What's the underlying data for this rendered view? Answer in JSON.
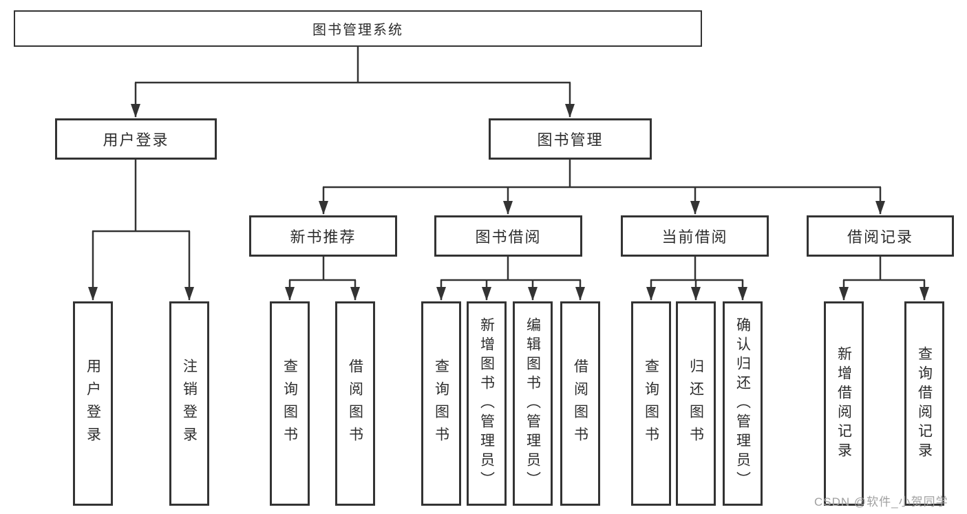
{
  "diagram": {
    "title": "图书管理系统",
    "root": {
      "label": "图书管理系统"
    },
    "level2": {
      "user_login": {
        "label": "用户登录"
      },
      "book_mgmt": {
        "label": "图书管理"
      }
    },
    "level3": {
      "new_book_rec": {
        "label": "新书推荐"
      },
      "book_borrow": {
        "label": "图书借阅"
      },
      "current_borrow": {
        "label": "当前借阅"
      },
      "borrow_records": {
        "label": "借阅记录"
      }
    },
    "leaves": {
      "login_user_login": {
        "label": "用户登录"
      },
      "login_logout": {
        "label": "注销登录"
      },
      "rec_query_books": {
        "label": "查询图书"
      },
      "rec_borrow_books": {
        "label": "借阅图书"
      },
      "bb_query_books": {
        "label": "查询图书"
      },
      "bb_add_books": {
        "label": "新增图书（管理员）"
      },
      "bb_edit_books": {
        "label": "编辑图书（管理员）"
      },
      "bb_borrow_books": {
        "label": "借阅图书"
      },
      "cb_query_books": {
        "label": "查询图书"
      },
      "cb_return_books": {
        "label": "归还图书"
      },
      "cb_confirm_return": {
        "label": "确认归还（管理员）"
      },
      "br_add_record": {
        "label": "新增借阅记录"
      },
      "br_query_record": {
        "label": "查询借阅记录"
      }
    },
    "line_color": "#333333"
  },
  "watermark": "CSDN @软件_小贺同学"
}
